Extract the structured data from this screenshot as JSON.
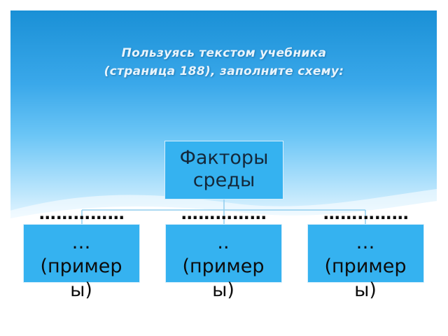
{
  "title": {
    "line1": "Пользуясь текстом учебника",
    "line2": "(страница 188), заполните схему:"
  },
  "root": {
    "line1": "Факторы",
    "line2": "среды"
  },
  "children": [
    {
      "dots": "……………",
      "line1": "…",
      "line2": "(пример",
      "line3": "ы)"
    },
    {
      "dots": "……………",
      "line1": "..",
      "line2": "(пример",
      "line3": "ы)"
    },
    {
      "dots": "……………",
      "line1": "…",
      "line2": "(пример",
      "line3": "ы)"
    }
  ],
  "colors": {
    "box_fill": "#35b2f0",
    "connector": "#7fc8ee",
    "background_top": "#1a90d6"
  }
}
